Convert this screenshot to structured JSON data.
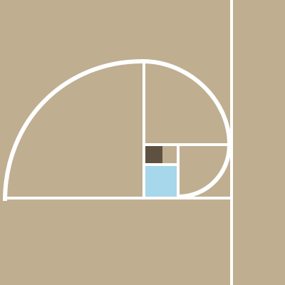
{
  "colors": {
    "background": "#BFAE90",
    "line": "#FFFFFF",
    "small_square_dark": "#5E5141",
    "small_square_blue": "#A6D7EA"
  },
  "diagram": {
    "type": "golden-spiral",
    "rectangle_nesting_levels": 6,
    "highlighted_squares": [
      "dark-brown",
      "light-blue"
    ]
  }
}
